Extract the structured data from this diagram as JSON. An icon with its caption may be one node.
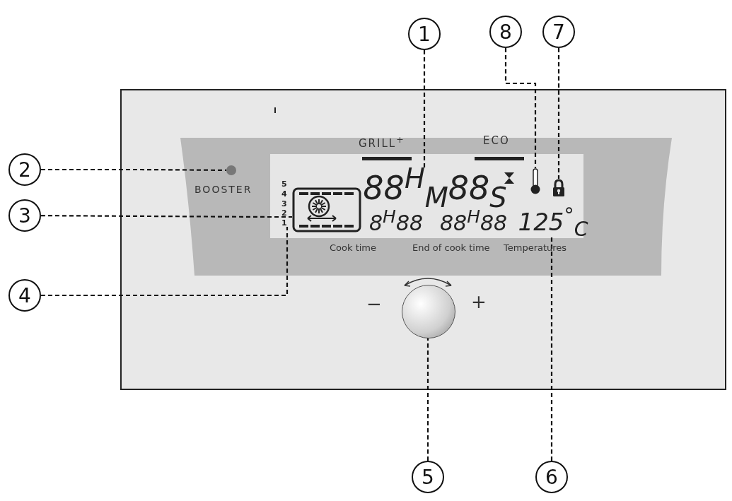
{
  "diagram": {
    "nodes": [
      {
        "text": [
          "1"
        ]
      },
      {
        "text": [
          "2"
        ]
      },
      {
        "text": [
          "3"
        ]
      },
      {
        "text": [
          "4"
        ]
      },
      {
        "text": [
          "5"
        ]
      },
      {
        "text": [
          "6"
        ]
      },
      {
        "text": [
          "7"
        ]
      },
      {
        "text": [
          "8"
        ]
      },
      {
        "text": [
          "88$^{H}$$_{M}$88$_{S}$"
        ]
      },
      {
        "text": [],
        "shape": "circle"
      },
      {
        "text": [],
        "shape": "picture"
      },
      {
        "text": [
          "5",
          "4",
          "3",
          "2",
          "1"
        ]
      },
      {
        "text": [],
        "shape": "circle"
      },
      {
        "text": [
          "125$^{°}$$_{C}$"
        ]
      },
      {
        "text": [],
        "shape": "picture"
      },
      {
        "text": [],
        "shape": "picture"
      }
    ],
    "edges": [
      {
        "from": 0,
        "to": 8,
        "arrow": "none",
        "style": "dashed"
      },
      {
        "from": 1,
        "to": 9,
        "arrow": "none",
        "style": "dashed"
      },
      {
        "from": 2,
        "to": 10,
        "arrow": "none",
        "style": "dashed"
      },
      {
        "from": 3,
        "to": 11,
        "arrow": "none",
        "style": "dashed"
      },
      {
        "from": 4,
        "to": 12,
        "arrow": "none",
        "style": "dashed"
      },
      {
        "from": 5,
        "to": 13,
        "arrow": "none",
        "style": "dashed"
      },
      {
        "from": 6,
        "to": 14,
        "arrow": "none",
        "style": "dashed"
      },
      {
        "from": 7,
        "to": 15,
        "arrow": "none",
        "style": "dashed"
      }
    ],
    "labels": [
      "GRILL$^{+}$",
      "ECO",
      "BOOSTER",
      "8$^{H}$88",
      "88$^{H}$88",
      "Cook time",
      "End of cook time",
      "Temperatures",
      "−",
      "+"
    ]
  }
}
